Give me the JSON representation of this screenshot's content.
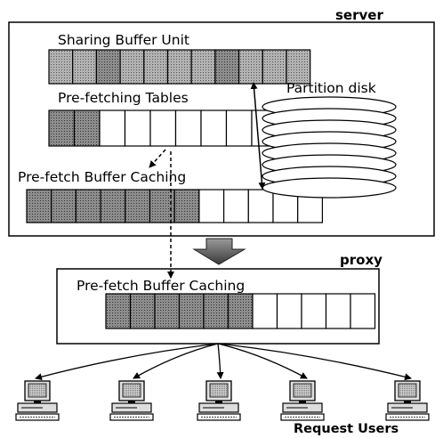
{
  "server": {
    "label": "server",
    "sharing_title": "Sharing  Buffer Unit",
    "prefetch_tables_title": "Pre-fetching Tables",
    "server_caching_title": "Pre-fetch Buffer Caching",
    "partition_label": "Partition disk"
  },
  "proxy": {
    "label": "proxy",
    "caching_title": "Pre-fetch Buffer Caching"
  },
  "users": {
    "label": "Request Users"
  }
}
